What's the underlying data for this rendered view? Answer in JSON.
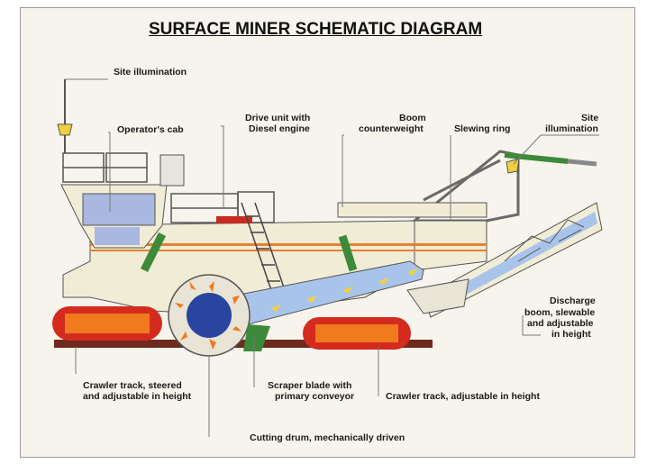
{
  "title": "SURFACE MINER SCHEMATIC DIAGRAM",
  "labels": {
    "site_illumination_left": "Site illumination",
    "operators_cab": "Operator's cab",
    "drive_unit_1": "Drive unit with",
    "drive_unit_2": "Diesel engine",
    "boom_cw_1": "Boom",
    "boom_cw_2": "counterweight",
    "slewing_ring": "Slewing ring",
    "site_illum_right_1": "Site",
    "site_illum_right_2": "illumination",
    "discharge_1": "Discharge",
    "discharge_2": "boom, slewable",
    "discharge_3": "and adjustable",
    "discharge_4": "in height",
    "crawler_left_1": "Crawler track, steered",
    "crawler_left_2": "and adjustable in height",
    "scraper_1": "Scraper blade with",
    "scraper_2": "primary conveyor",
    "crawler_right": "Crawler track, adjustable in height",
    "cutting_drum": "Cutting drum, mechanically driven"
  },
  "colors": {
    "body": "#f1ecd6",
    "cab_glass": "#a9b8e0",
    "stripe": "#e9802f",
    "track": "#d42b1e",
    "track_plate": "#f07a1e",
    "drum": "#2a45a0",
    "conveyor": "#a9c4ea",
    "hydraulic": "#3c8a3a",
    "ground": "#6e2a1c",
    "accent_red": "#c82a20"
  }
}
